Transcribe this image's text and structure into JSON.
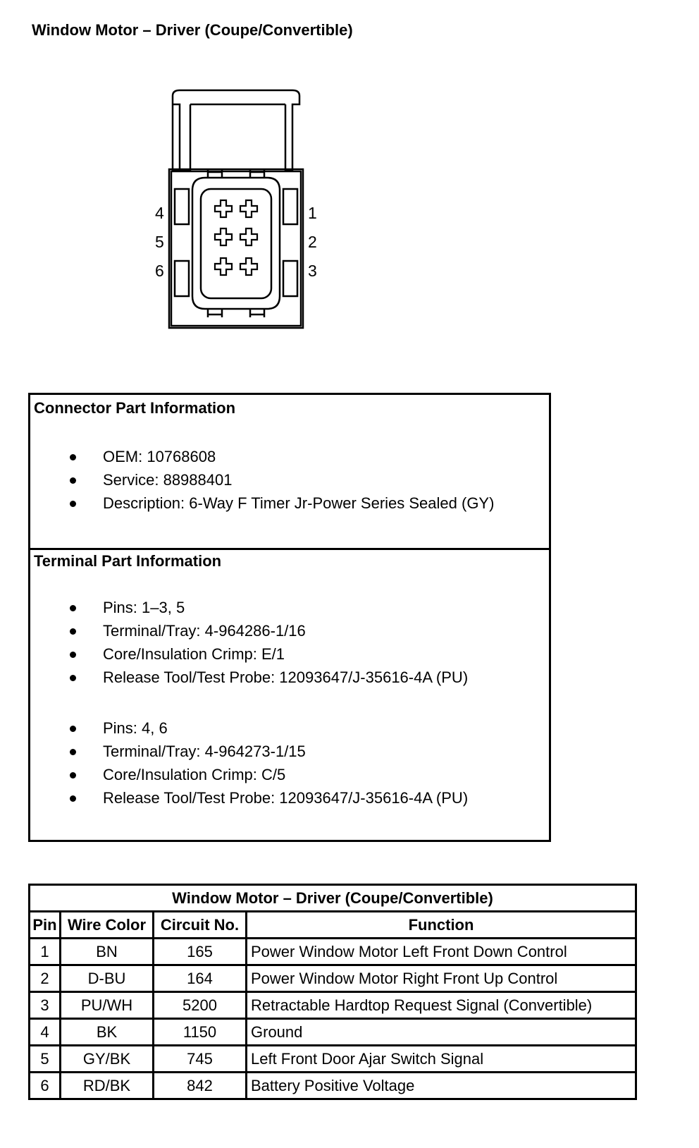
{
  "page_title": "Window Motor – Driver (Coupe/Convertible)",
  "connector": {
    "pin_labels_left": [
      "4",
      "5",
      "6"
    ],
    "pin_labels_right": [
      "1",
      "2",
      "3"
    ]
  },
  "connector_info": {
    "title": "Connector Part Information",
    "items": [
      "OEM: 10768608",
      "Service: 88988401",
      "Description: 6-Way F Timer Jr-Power Series Sealed (GY)"
    ]
  },
  "terminal_info": {
    "title": "Terminal Part Information",
    "groups": [
      [
        "Pins: 1–3, 5",
        "Terminal/Tray: 4-964286-1/16",
        "Core/Insulation Crimp: E/1",
        "Release Tool/Test Probe: 12093647/J-35616-4A (PU)"
      ],
      [
        "Pins: 4, 6",
        "Terminal/Tray: 4-964273-1/15",
        "Core/Insulation Crimp: C/5",
        "Release Tool/Test Probe: 12093647/J-35616-4A (PU)"
      ]
    ]
  },
  "pin_table": {
    "caption": "Window Motor – Driver (Coupe/Convertible)",
    "headers": [
      "Pin",
      "Wire Color",
      "Circuit No.",
      "Function"
    ],
    "rows": [
      [
        "1",
        "BN",
        "165",
        "Power Window Motor Left Front Down Control"
      ],
      [
        "2",
        "D-BU",
        "164",
        "Power Window Motor Right Front Up Control"
      ],
      [
        "3",
        "PU/WH",
        "5200",
        "Retractable Hardtop Request Signal (Convertible)"
      ],
      [
        "4",
        "BK",
        "1150",
        "Ground"
      ],
      [
        "5",
        "GY/BK",
        "745",
        "Left Front Door Ajar Switch Signal"
      ],
      [
        "6",
        "RD/BK",
        "842",
        "Battery Positive Voltage"
      ]
    ]
  }
}
